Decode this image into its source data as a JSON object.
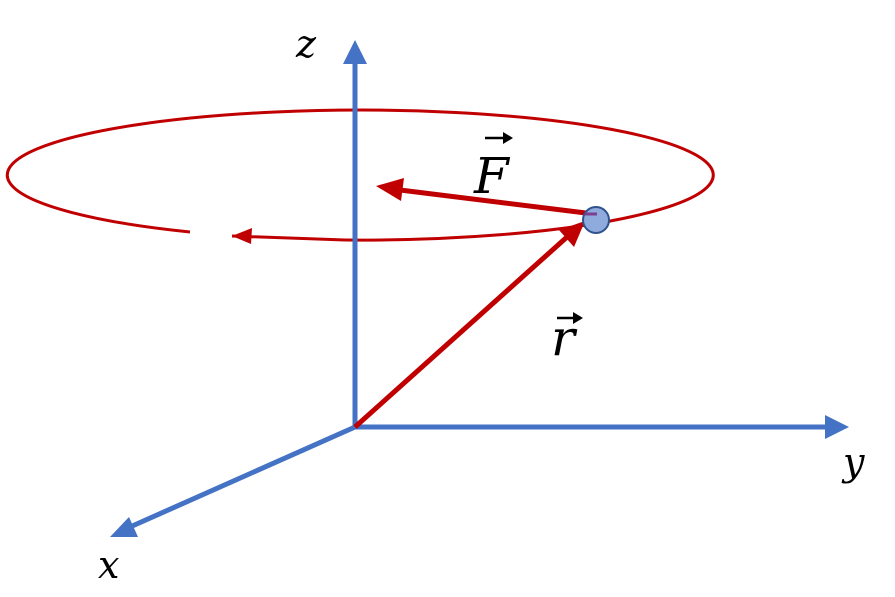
{
  "colors": {
    "axis": "#4472C4",
    "vector": "#C00000",
    "orbit": "#C00000",
    "particle_fill": "#8FAADC",
    "particle_stroke": "#2F528F",
    "label": "#000000"
  },
  "axes": {
    "z_label": "z",
    "y_label": "y",
    "x_label": "x"
  },
  "vectors": {
    "force_label": "F",
    "position_label": "r"
  }
}
